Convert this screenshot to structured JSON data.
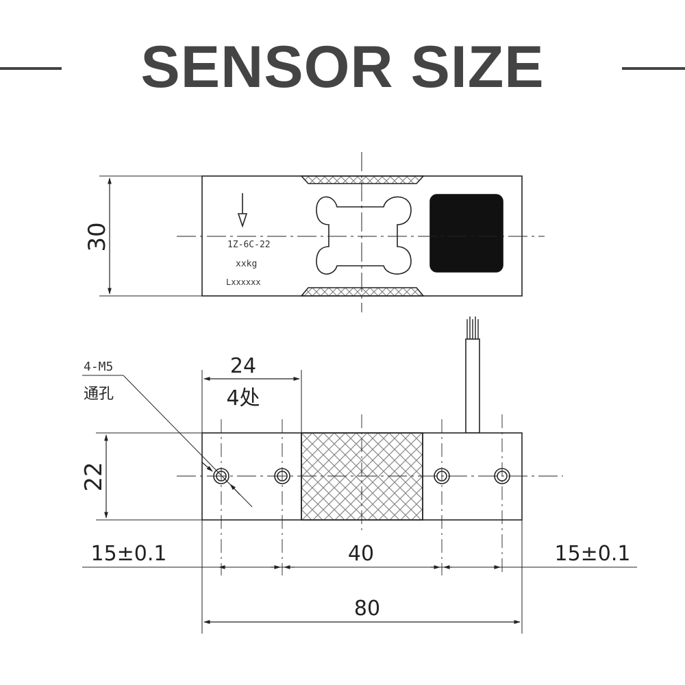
{
  "header": {
    "title": "SENSOR SIZE"
  },
  "top_view": {
    "height_dim": "30",
    "label_model": "1Z-6C-22",
    "label_capacity": "xxkg",
    "label_serial": "Lxxxxxx"
  },
  "side_view": {
    "height_dim": "22",
    "hole_spec": "4-M5",
    "hole_type": "通孔",
    "hole_spacing": "24",
    "hole_count": "4处",
    "left_offset": "15±0.1",
    "center_span": "40",
    "right_offset": "15±0.1",
    "total_length": "80"
  },
  "colors": {
    "line": "#222222",
    "title": "#444444",
    "hatch": "#888888"
  }
}
